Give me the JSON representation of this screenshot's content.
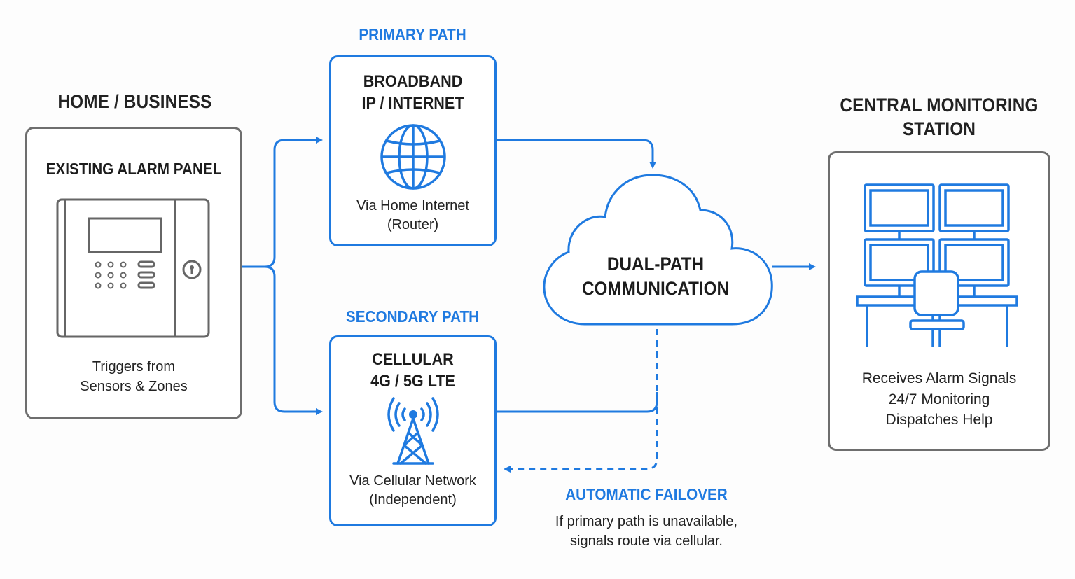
{
  "home": {
    "heading": "HOME / BUSINESS",
    "panel_title": "EXISTING ALARM PANEL",
    "caption_line1": "Triggers from",
    "caption_line2": "Sensors & Zones"
  },
  "primary": {
    "label": "PRIMARY PATH",
    "title_line1": "BROADBAND",
    "title_line2": "IP / INTERNET",
    "caption_line1": "Via Home Internet",
    "caption_line2": "(Router)"
  },
  "secondary": {
    "label": "SECONDARY PATH",
    "title_line1": "CELLULAR",
    "title_line2": "4G / 5G LTE",
    "caption_line1": "Via Cellular Network",
    "caption_line2": "(Independent)"
  },
  "cloud": {
    "line1": "DUAL-PATH",
    "line2": "COMMUNICATION"
  },
  "failover": {
    "label": "AUTOMATIC FAILOVER",
    "line1": "If primary path is unavailable,",
    "line2": "signals route via cellular."
  },
  "station": {
    "heading_line1": "CENTRAL MONITORING",
    "heading_line2": "STATION",
    "line1": "Receives Alarm Signals",
    "line2": "24/7 Monitoring",
    "line3": "Dispatches Help"
  },
  "icons": {
    "alarm_panel": "alarm-panel-icon",
    "globe": "globe-icon",
    "tower": "cell-tower-icon",
    "workstation": "monitoring-workstation-icon"
  },
  "colors": {
    "accent": "#1f7ae0",
    "border_gray": "#6e6e6e",
    "text": "#222222"
  }
}
